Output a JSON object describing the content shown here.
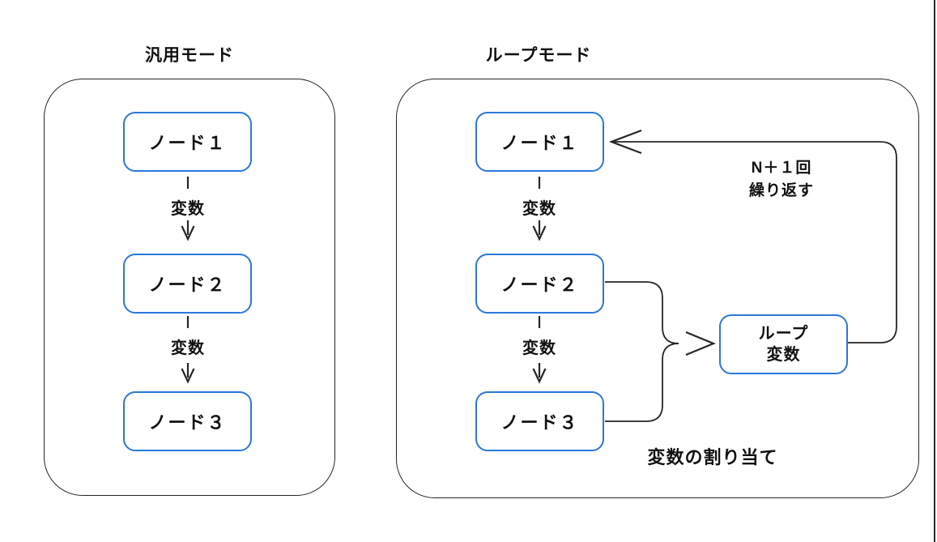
{
  "left": {
    "title": "汎用モード",
    "nodes": [
      {
        "label": "ノード１"
      },
      {
        "label": "ノード２"
      },
      {
        "label": "ノード３"
      }
    ],
    "edges": [
      {
        "label": "変数"
      },
      {
        "label": "変数"
      }
    ]
  },
  "right": {
    "title": "ループモード",
    "nodes": [
      {
        "label": "ノード１"
      },
      {
        "label": "ノード２"
      },
      {
        "label": "ノード３"
      }
    ],
    "edges": [
      {
        "label": "変数"
      },
      {
        "label": "変数"
      }
    ],
    "loop_box": {
      "line1": "ループ",
      "line2": "変数"
    },
    "annotation": {
      "line1": "N＋１回",
      "line2": "繰り返す"
    },
    "assignment_label": "変数の割り当て"
  },
  "colors": {
    "node_border": "#2b78d9",
    "line": "#262626",
    "text": "#111111",
    "background": "#ffffff"
  }
}
